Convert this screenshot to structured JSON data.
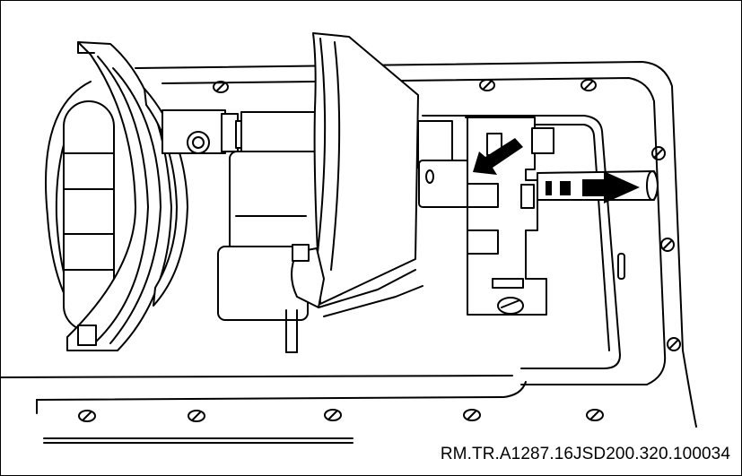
{
  "reference_code": "RM.TR.A1287.16JSD200.320.100034",
  "colors": {
    "line": "#000000",
    "background": "#ffffff"
  },
  "arrows": [
    {
      "name": "insert-direction-arrow",
      "direction": "down-left"
    },
    {
      "name": "slide-out-direction-arrow",
      "direction": "right",
      "style": "dashed-tail"
    }
  ]
}
